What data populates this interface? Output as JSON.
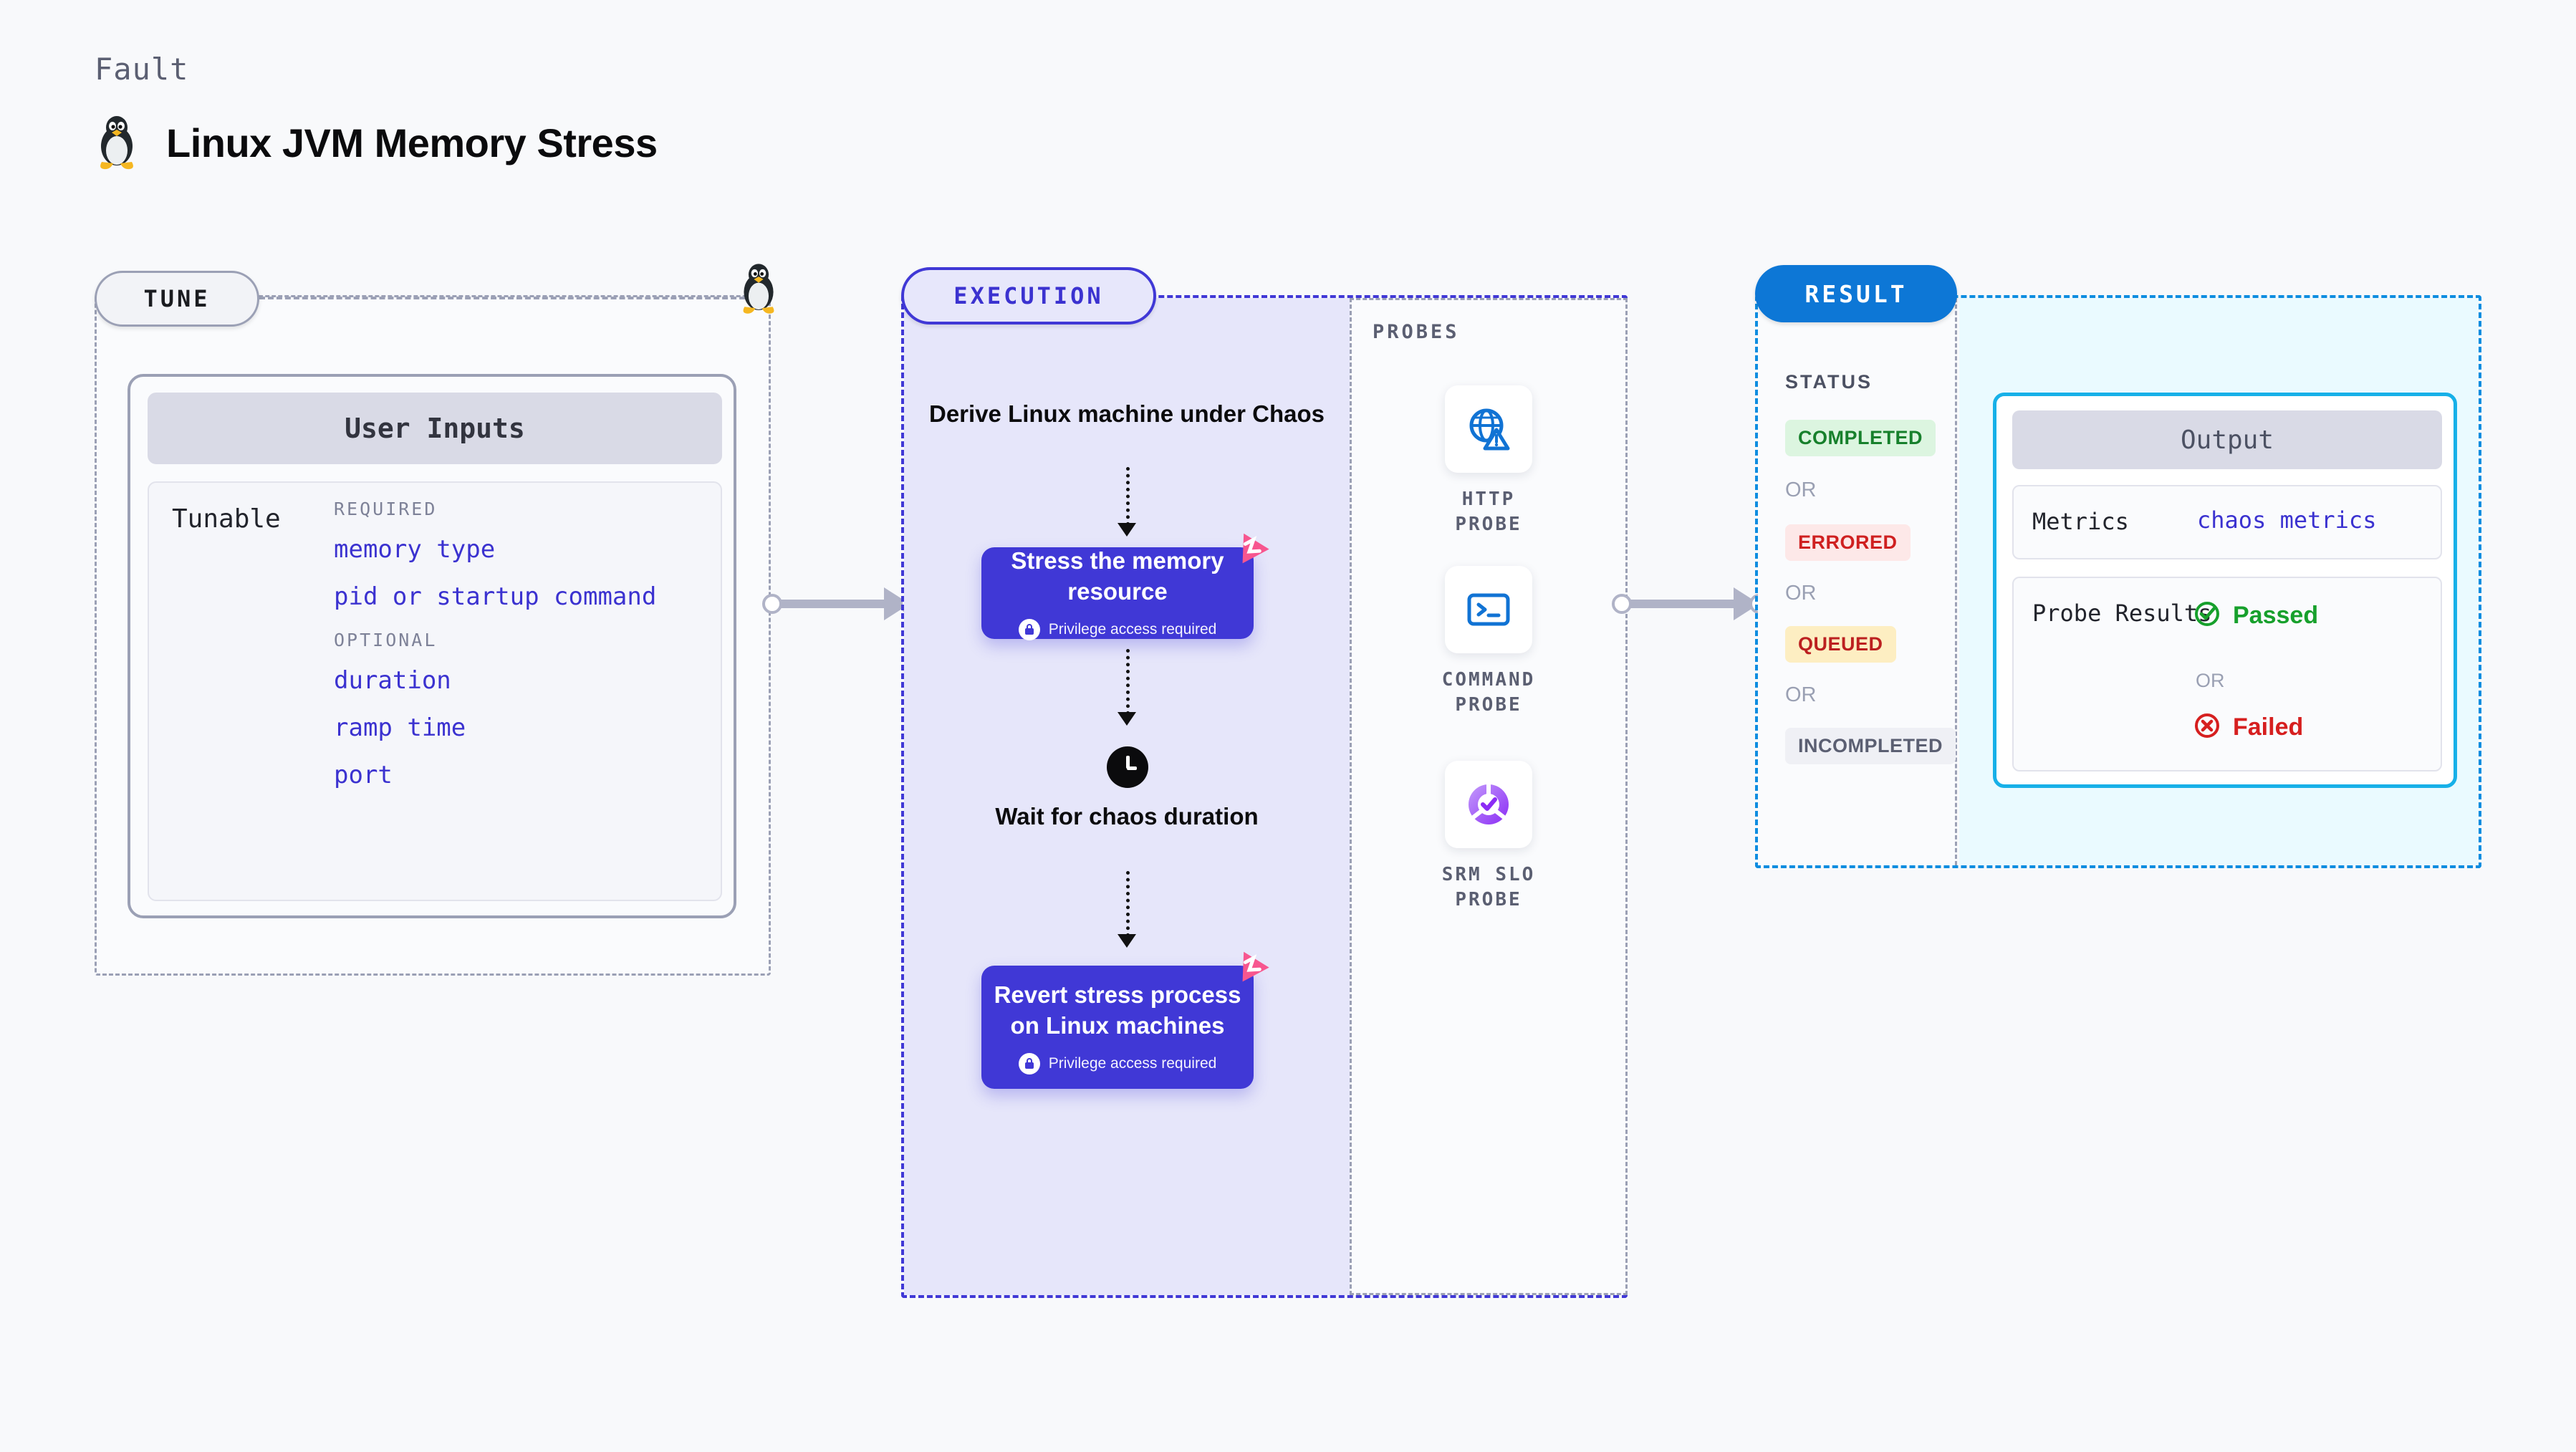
{
  "header": {
    "kicker": "Fault",
    "title": "Linux JVM Memory Stress",
    "icon": "linux-tux-icon"
  },
  "tune": {
    "badge": "TUNE",
    "card_title": "User Inputs",
    "tunable_label": "Tunable",
    "groups": [
      {
        "heading": "REQUIRED",
        "items": [
          "memory type",
          "pid or startup command"
        ]
      },
      {
        "heading": "OPTIONAL",
        "items": [
          "duration",
          "ramp time",
          "port"
        ]
      }
    ]
  },
  "execution": {
    "badge": "EXECUTION",
    "steps": [
      {
        "kind": "text",
        "label": "Derive Linux machine under Chaos"
      },
      {
        "kind": "card",
        "label": "Stress the memory resource",
        "note": "Privilege access required"
      },
      {
        "kind": "clock",
        "label": "Wait for chaos duration"
      },
      {
        "kind": "card",
        "label": "Revert stress process on Linux machines",
        "note": "Privilege access required"
      }
    ]
  },
  "probes": {
    "title": "PROBES",
    "items": [
      {
        "label": "HTTP PROBE",
        "icon": "globe-warning-icon"
      },
      {
        "label": "COMMAND PROBE",
        "icon": "terminal-icon"
      },
      {
        "label": "SRM SLO PROBE",
        "icon": "slo-donut-check-icon"
      }
    ]
  },
  "result": {
    "badge": "RESULT",
    "status_title": "STATUS",
    "or_label": "OR",
    "statuses": [
      {
        "label": "COMPLETED",
        "tone": "success"
      },
      {
        "label": "ERRORED",
        "tone": "error"
      },
      {
        "label": "QUEUED",
        "tone": "warning"
      },
      {
        "label": "INCOMPLETED",
        "tone": "neutral"
      }
    ],
    "output": {
      "title": "Output",
      "metrics_key": "Metrics",
      "metrics_value": "chaos metrics",
      "probe_key": "Probe Results",
      "passed": "Passed",
      "failed": "Failed",
      "or_label": "OR"
    }
  },
  "colors": {
    "indigo": "#4038d6",
    "blue": "#0d77d6",
    "cyan": "#17b0e8",
    "pink": "#f7568f",
    "success": "#17a02c",
    "error": "#d61f1f"
  }
}
